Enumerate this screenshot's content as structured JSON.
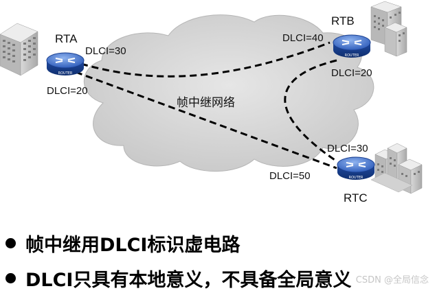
{
  "diagram": {
    "cloud_label": "帧中继网络",
    "routers": {
      "rta": {
        "name": "RTA",
        "badge": "ROUTER"
      },
      "rtb": {
        "name": "RTB",
        "badge": "ROUTER"
      },
      "rtc": {
        "name": "RTC",
        "badge": "ROUTER"
      }
    },
    "dlci": {
      "rta_to_rtb": "DLCI=30",
      "rta_to_rtc": "DLCI=20",
      "rtb_to_rta": "DLCI=40",
      "rtb_to_rtc": "DLCI=20",
      "rtc_to_rtb": "DLCI=30",
      "rtc_to_rta": "DLCI=50"
    },
    "icons": [
      "building-icon",
      "router-icon",
      "cloud-icon"
    ]
  },
  "bullets": [
    "帧中继用DLCI标识虚电路",
    "DLCI只具有本地意义，不具备全局意义"
  ],
  "watermark": "CSDN @全局信念"
}
